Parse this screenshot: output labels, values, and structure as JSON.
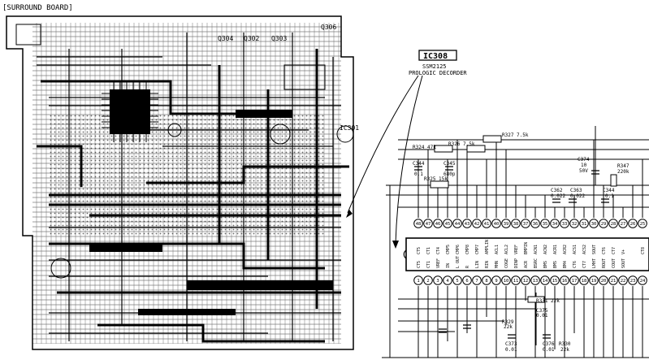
{
  "board_title": "[SURROUND BOARD]",
  "transistors": [
    "Q304",
    "Q302",
    "Q303",
    "Q306"
  ],
  "pcb_ic_label": "IC301",
  "callout": {
    "ic_name": "IC308",
    "part_number": "SSM2125",
    "function": "PROLOGIC DECORDER"
  },
  "components": {
    "r327": "R327 7.5k",
    "r324": "R324 47k",
    "r326": "R326 7.5k",
    "r325": "R325 15k",
    "c344a": "C344",
    "c344a_val": "0.1",
    "c345": "C345",
    "c345_val": "680p",
    "c374": "C374",
    "c374_val": "10",
    "c374_v": "50V",
    "r347": "R347",
    "r347_val": "220k",
    "c362": "C362",
    "c362_val": "0.022",
    "c363": "C363",
    "c363_val": "0.022",
    "c344b": "C344",
    "c344b_val": "0.1",
    "r331": "R331 22k",
    "c375": "C375",
    "c375_val": "0.01",
    "r329": "R329",
    "r329_val": "22k",
    "c373": "C373",
    "c373_val": "0.01",
    "c376": "C376",
    "c376_val": "0.01",
    "r330": "R330",
    "r330_val": "22k"
  },
  "top_pins": [
    "48",
    "47",
    "46",
    "45",
    "44",
    "43",
    "42",
    "41",
    "40",
    "39",
    "38",
    "37",
    "36",
    "35",
    "34",
    "33",
    "32",
    "31",
    "30",
    "29",
    "28",
    "27",
    "26",
    "25"
  ],
  "bottom_pins": [
    "1",
    "2",
    "3",
    "4",
    "5",
    "6",
    "7",
    "8",
    "9",
    "10",
    "11",
    "12",
    "13",
    "14",
    "15",
    "16",
    "17",
    "18",
    "19",
    "20",
    "21",
    "22",
    "23",
    "24"
  ],
  "top_pin_names": [
    "CT5",
    "CT1",
    "CT4",
    "CMP5",
    "CMP6",
    "CMP8",
    "CMP7",
    "AMPLIN",
    "ACL1",
    "ACL2",
    "VREF",
    "BMPIN",
    "ACN1",
    "ACN2",
    "ACR1",
    "ACR2",
    "ACS1",
    "ACS2",
    "SOUT",
    "CT6",
    "CT7",
    "V+",
    "",
    "CT8"
  ],
  "bottom_pin_names": [
    "CT5",
    "CT1",
    "VREF",
    "IN",
    "L OUT",
    "R",
    "LIN",
    "RIN",
    "MHN",
    "COGE",
    "DINP",
    "ACR",
    "BSRC",
    "BMS",
    "BMS",
    "BM4",
    "CT6",
    "CT7",
    "LMHT",
    "ROUT",
    "COUT",
    "SOUT",
    "",
    ""
  ]
}
